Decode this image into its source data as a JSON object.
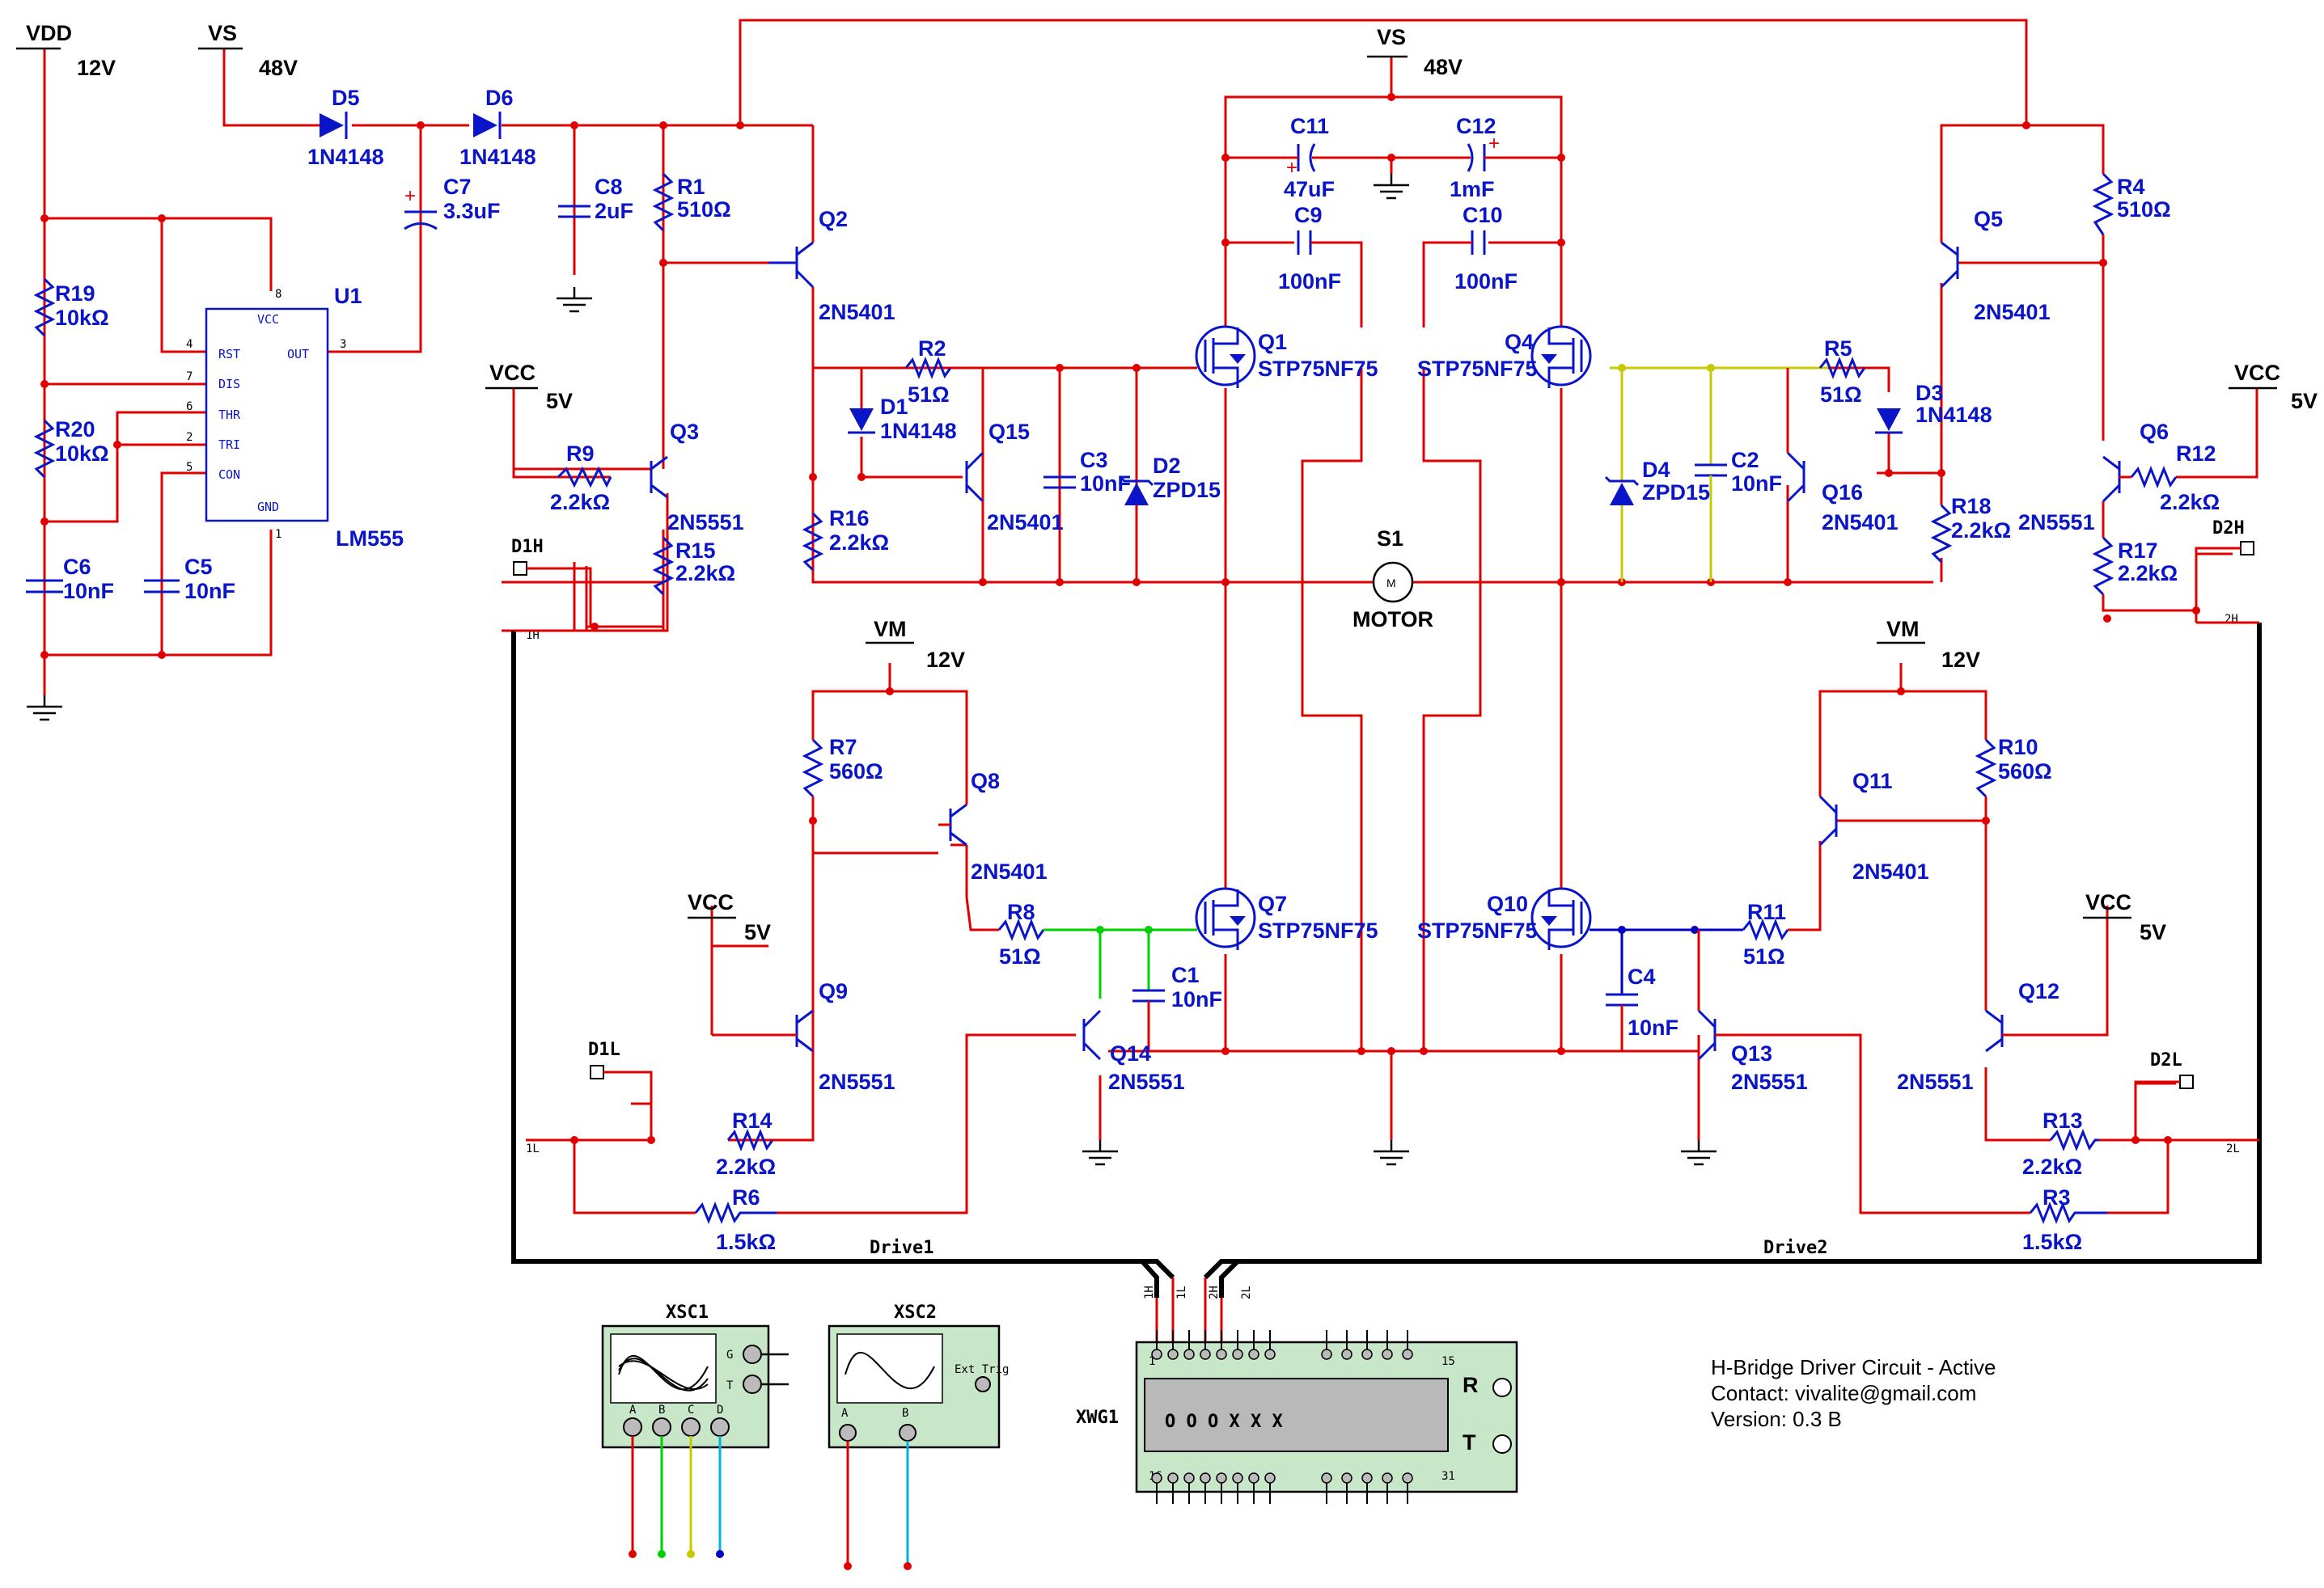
{
  "rails": {
    "vdd": {
      "name": "VDD",
      "value": "12V"
    },
    "vs_left": {
      "name": "VS",
      "value": "48V"
    },
    "vs_top": {
      "name": "VS",
      "value": "48V"
    },
    "vcc_a": {
      "name": "VCC",
      "value": "5V"
    },
    "vcc_b": {
      "name": "VCC",
      "value": "5V"
    },
    "vcc_c": {
      "name": "VCC",
      "value": "5V"
    },
    "vcc_d": {
      "name": "VCC",
      "value": "5V"
    },
    "vm_left": {
      "name": "VM",
      "value": "12V"
    },
    "vm_right": {
      "name": "VM",
      "value": "12V"
    }
  },
  "components": {
    "R19": {
      "ref": "R19",
      "value": "10kΩ"
    },
    "R20": {
      "ref": "R20",
      "value": "10kΩ"
    },
    "C6": {
      "ref": "C6",
      "value": "10nF"
    },
    "C5": {
      "ref": "C5",
      "value": "10nF"
    },
    "U1": {
      "ref": "U1",
      "value": "LM555",
      "pins": {
        "vcc": "VCC",
        "rst": "RST",
        "dis": "DIS",
        "thr": "THR",
        "tri": "TRI",
        "con": "CON",
        "out": "OUT",
        "gnd": "GND"
      },
      "pin_numbers": {
        "p8": "8",
        "p4": "4",
        "p7": "7",
        "p6": "6",
        "p2": "2",
        "p5": "5",
        "p3": "3",
        "p1": "1"
      }
    },
    "D5": {
      "ref": "D5",
      "value": "1N4148"
    },
    "D6": {
      "ref": "D6",
      "value": "1N4148"
    },
    "C7": {
      "ref": "C7",
      "value": "3.3uF"
    },
    "C8": {
      "ref": "C8",
      "value": "2uF"
    },
    "R1": {
      "ref": "R1",
      "value": "510Ω"
    },
    "Q2": {
      "ref": "Q2",
      "value": "2N5401"
    },
    "R9": {
      "ref": "R9",
      "value": "2.2kΩ"
    },
    "Q3": {
      "ref": "Q3",
      "value": "2N5551"
    },
    "R15": {
      "ref": "R15",
      "value": "2.2kΩ"
    },
    "R2": {
      "ref": "R2",
      "value": "51Ω"
    },
    "D1": {
      "ref": "D1",
      "value": "1N4148"
    },
    "Q15": {
      "ref": "Q15",
      "value": "2N5401"
    },
    "C3": {
      "ref": "C3",
      "value": "10nF"
    },
    "D2": {
      "ref": "D2",
      "value": "ZPD15"
    },
    "R16": {
      "ref": "R16",
      "value": "2.2kΩ"
    },
    "C11": {
      "ref": "C11",
      "value": "47uF"
    },
    "C12": {
      "ref": "C12",
      "value": "1mF"
    },
    "C9": {
      "ref": "C9",
      "value": "100nF"
    },
    "C10": {
      "ref": "C10",
      "value": "100nF"
    },
    "Q1": {
      "ref": "Q1",
      "value": "STP75NF75"
    },
    "Q4": {
      "ref": "Q4",
      "value": "STP75NF75"
    },
    "S1": {
      "ref": "S1",
      "value": "MOTOR"
    },
    "R5": {
      "ref": "R5",
      "value": "51Ω"
    },
    "D3": {
      "ref": "D3",
      "value": "1N4148"
    },
    "D4": {
      "ref": "D4",
      "value": "ZPD15"
    },
    "C2": {
      "ref": "C2",
      "value": "10nF"
    },
    "Q16": {
      "ref": "Q16",
      "value": "2N5401"
    },
    "R18": {
      "ref": "R18",
      "value": "2.2kΩ"
    },
    "Q5": {
      "ref": "Q5",
      "value": "2N5401"
    },
    "R4": {
      "ref": "R4",
      "value": "510Ω"
    },
    "Q6": {
      "ref": "Q6",
      "value": "2N5551"
    },
    "R12": {
      "ref": "R12",
      "value": "2.2kΩ"
    },
    "R17": {
      "ref": "R17",
      "value": "2.2kΩ"
    },
    "R7": {
      "ref": "R7",
      "value": "560Ω"
    },
    "Q8": {
      "ref": "Q8",
      "value": "2N5401"
    },
    "R8": {
      "ref": "R8",
      "value": "51Ω"
    },
    "Q7": {
      "ref": "Q7",
      "value": "STP75NF75"
    },
    "C1": {
      "ref": "C1",
      "value": "10nF"
    },
    "Q9": {
      "ref": "Q9",
      "value": "2N5551"
    },
    "Q14": {
      "ref": "Q14",
      "value": "2N5551"
    },
    "R14": {
      "ref": "R14",
      "value": "2.2kΩ"
    },
    "R6": {
      "ref": "R6",
      "value": "1.5kΩ"
    },
    "Q10": {
      "ref": "Q10",
      "value": "STP75NF75"
    },
    "C4": {
      "ref": "C4",
      "value": "10nF"
    },
    "R11": {
      "ref": "R11",
      "value": "51Ω"
    },
    "Q11": {
      "ref": "Q11",
      "value": "2N5401"
    },
    "R10": {
      "ref": "R10",
      "value": "560Ω"
    },
    "Q13": {
      "ref": "Q13",
      "value": "2N5551"
    },
    "Q12": {
      "ref": "Q12",
      "value": "2N5551"
    },
    "R13": {
      "ref": "R13",
      "value": "2.2kΩ"
    },
    "R3": {
      "ref": "R3",
      "value": "1.5kΩ"
    }
  },
  "connectors": {
    "d1h": "D1H",
    "d1l": "D1L",
    "d2h": "D2H",
    "d2l": "D2L",
    "bus_1h": "1H",
    "bus_1l": "1L",
    "bus_2h": "2H",
    "bus_2l": "2L",
    "drive1": "Drive1",
    "drive2": "Drive2",
    "wg_1h": "1H",
    "wg_1l": "1L",
    "wg_2h": "2H",
    "wg_2l": "2L"
  },
  "instruments": {
    "xsc1": {
      "name": "XSC1",
      "channels": [
        "A",
        "B",
        "C",
        "D"
      ],
      "g": "G",
      "t": "T"
    },
    "xsc2": {
      "name": "XSC2",
      "channels": [
        "A",
        "B"
      ],
      "trig": "Ext Trig"
    },
    "xwg1": {
      "name": "XWG1",
      "display": "O O O  X X X",
      "r": "R",
      "t": "T",
      "pin_1": "1",
      "pin_15": "15",
      "pin_16": "16",
      "pin_31": "31"
    }
  },
  "info": {
    "line1": "H-Bridge Driver Circuit - Active",
    "line2": "Contact: vivalite@gmail.com",
    "line3": "Version: 0.3 B"
  },
  "colors": {
    "wire_main": "#e00000",
    "wire_bus": "#000000",
    "wire_gate_q4": "#c8c800",
    "wire_gate_q7": "#00d000",
    "wire_gate_q10": "#0000c0",
    "component_blue": "#0a14c8",
    "instrument_bg": "#c8e6c8",
    "probe_a": "#e00000",
    "probe_b": "#00d000",
    "probe_c": "#c8c800",
    "probe_d": "#00b4d8"
  }
}
